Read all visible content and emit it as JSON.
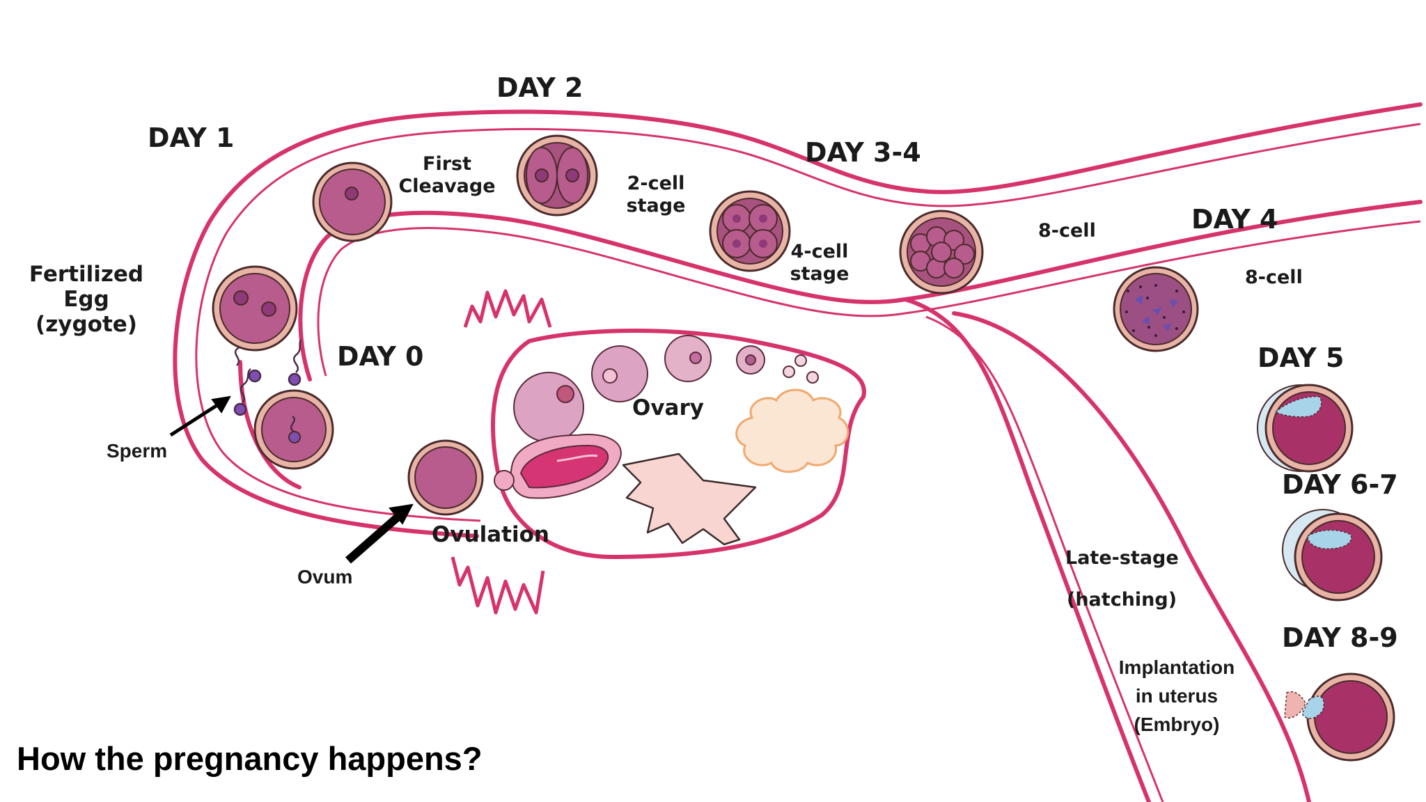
{
  "title": "How the pregnancy happens?",
  "days": {
    "day0": "DAY 0",
    "day1": "DAY 1",
    "day2": "DAY 2",
    "day34": "DAY 3-4",
    "day4": "DAY 4",
    "day5": "DAY 5",
    "day67": "DAY 6-7",
    "day89": "DAY 8-9"
  },
  "labels": {
    "fertilized_egg": [
      "Fertilized",
      "Egg",
      "(zygote)"
    ],
    "first_cleavage": [
      "First",
      "Cleavage"
    ],
    "two_cell": [
      "2-cell",
      "stage"
    ],
    "four_cell": [
      "4-cell",
      "stage"
    ],
    "eight_cell_a": "8-cell",
    "eight_cell_b": "8-cell",
    "ovary": "Ovary",
    "ovulation": "Ovulation",
    "sperm": "Sperm",
    "ovum": "Ovum",
    "late_stage": "Late-stage",
    "hatching": "(hatching)",
    "implantation": [
      "Implantation",
      "in uterus",
      "(Embryo)"
    ]
  },
  "colors": {
    "tube": "#d6336c",
    "cell_fill": "#b85c8e",
    "cell_ring": "#e8b4a6",
    "nucleus": "#8e3a78",
    "embryo_fill": "#a83267",
    "hatch_blue": "#a8d4ea",
    "corpus_luteum": "#d63574",
    "follicle_light": "#dca3c3",
    "star_fill": "#f8d5d0",
    "cloud_fill": "#fbe6d4",
    "cloud_stroke": "#f0a86e"
  }
}
